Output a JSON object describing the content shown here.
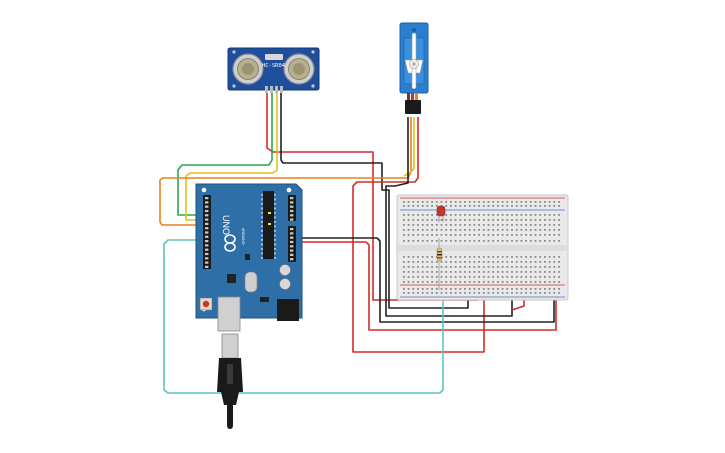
{
  "sensor": {
    "label": "HC-SR04"
  },
  "arduino": {
    "model": "UNO",
    "brand": "ARDUINO"
  },
  "colors": {
    "board": "#2f6fa8",
    "board_dark": "#1f4f7a",
    "sensor_board": "#1f4f9c",
    "breadboard": "#e9e9e9",
    "wire_red": "#d42a2a",
    "wire_black": "#222222",
    "wire_orange": "#e8821e",
    "wire_yellow": "#e0c020",
    "wire_green": "#2aa84a",
    "wire_teal": "#5ec2c2",
    "led": "#c0392b",
    "servo": "#2a7fd0"
  }
}
